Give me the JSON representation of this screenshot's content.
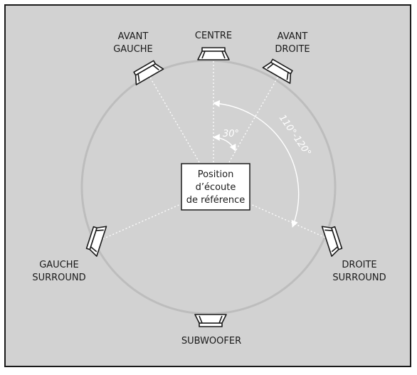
{
  "labels": {
    "front_left_line1": "AVANT",
    "front_left_line2": "GAUCHE",
    "center": "CENTRE",
    "front_right_line1": "AVANT",
    "front_right_line2": "DROITE",
    "surround_left_line1": "GAUCHE",
    "surround_left_line2": "SURROUND",
    "surround_right_line1": "DROITE",
    "surround_right_line2": "SURROUND",
    "subwoofer": "SUBWOOFER"
  },
  "listening_position": {
    "line1": "Position",
    "line2": "d’écoute",
    "line3": "de référence"
  },
  "angles": {
    "front": "30°",
    "surround": "110°-120°"
  },
  "colors": {
    "background": "#ffffff",
    "panel": "#d2d2d2",
    "panel_border": "#1a1a1a",
    "circle": "#bdbdbd",
    "dotted_lines": "#ffffff",
    "angle_arcs": "#ffffff",
    "speaker_fill": "#ffffff",
    "speaker_stroke": "#1a1a1a",
    "label_box": "#ffffff",
    "text": "#1a1a1a"
  },
  "icons": [
    "speaker-icon"
  ]
}
